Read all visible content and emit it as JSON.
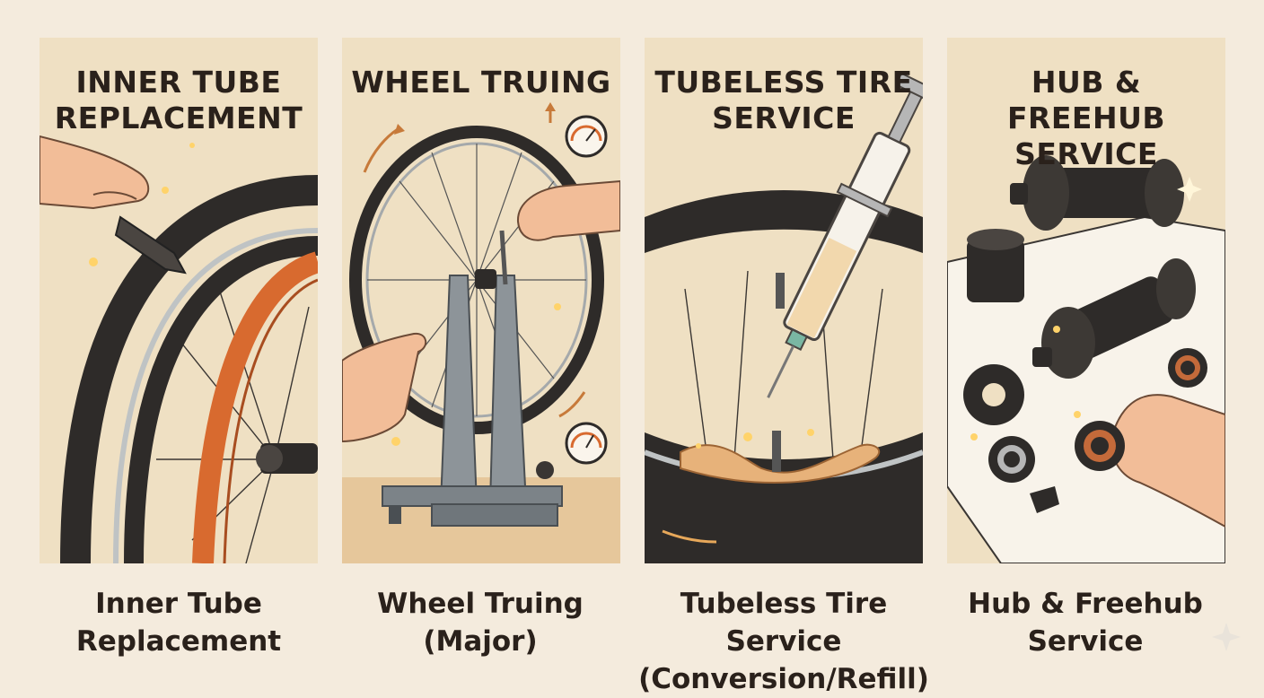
{
  "panels": [
    {
      "title": "INNER TUBE\nREPLACEMENT",
      "caption": "Inner Tube\nReplacement"
    },
    {
      "title": "WHEEL TRUING",
      "caption": "Wheel Truing\n(Major)"
    },
    {
      "title": "TUBELESS TIRE\nSERVICE",
      "caption": "Tubeless Tire Service\n(Conversion/Refill)"
    },
    {
      "title": "HUB & FREEHUB\nSERVICE",
      "caption": "Hub & Freehub\nService"
    }
  ],
  "colors": {
    "panel_bg": "#efe0c3",
    "page_bg": "#f4ebdd",
    "tire": "#2e2b29",
    "rim_orange": "#d86a2f",
    "skin": "#f2bd98",
    "metal": "#8d9499",
    "sealant": "#e7b27a"
  }
}
